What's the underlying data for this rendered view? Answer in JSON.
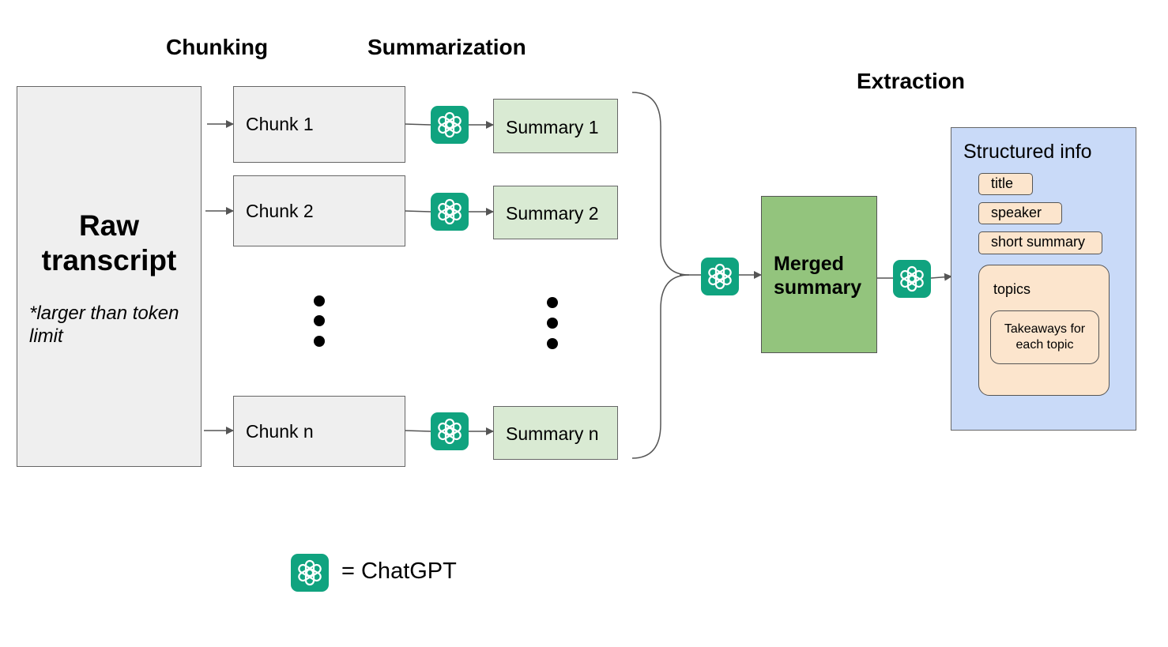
{
  "stages": {
    "chunking": "Chunking",
    "summarization": "Summarization",
    "extraction": "Extraction"
  },
  "raw": {
    "title": "Raw transcript",
    "note": "*larger than token limit"
  },
  "chunks": [
    "Chunk 1",
    "Chunk 2",
    "Chunk n"
  ],
  "summaries": [
    "Summary 1",
    "Summary 2",
    "Summary n"
  ],
  "merged": "Merged summary",
  "structured": {
    "title": "Structured info",
    "fields": [
      "title",
      "speaker",
      "short summary"
    ],
    "topics": {
      "label": "topics",
      "takeaways": "Takeaways for each topic"
    }
  },
  "legend": {
    "icon": "chatgpt-icon",
    "text": "= ChatGPT"
  },
  "colors": {
    "chatgpt": "#10a37f",
    "chunk_fill": "#efefef",
    "summary_fill": "#d9ead3",
    "merged_fill": "#93c47d",
    "structured_fill": "#c9daf8",
    "field_fill": "#fce5cd"
  }
}
